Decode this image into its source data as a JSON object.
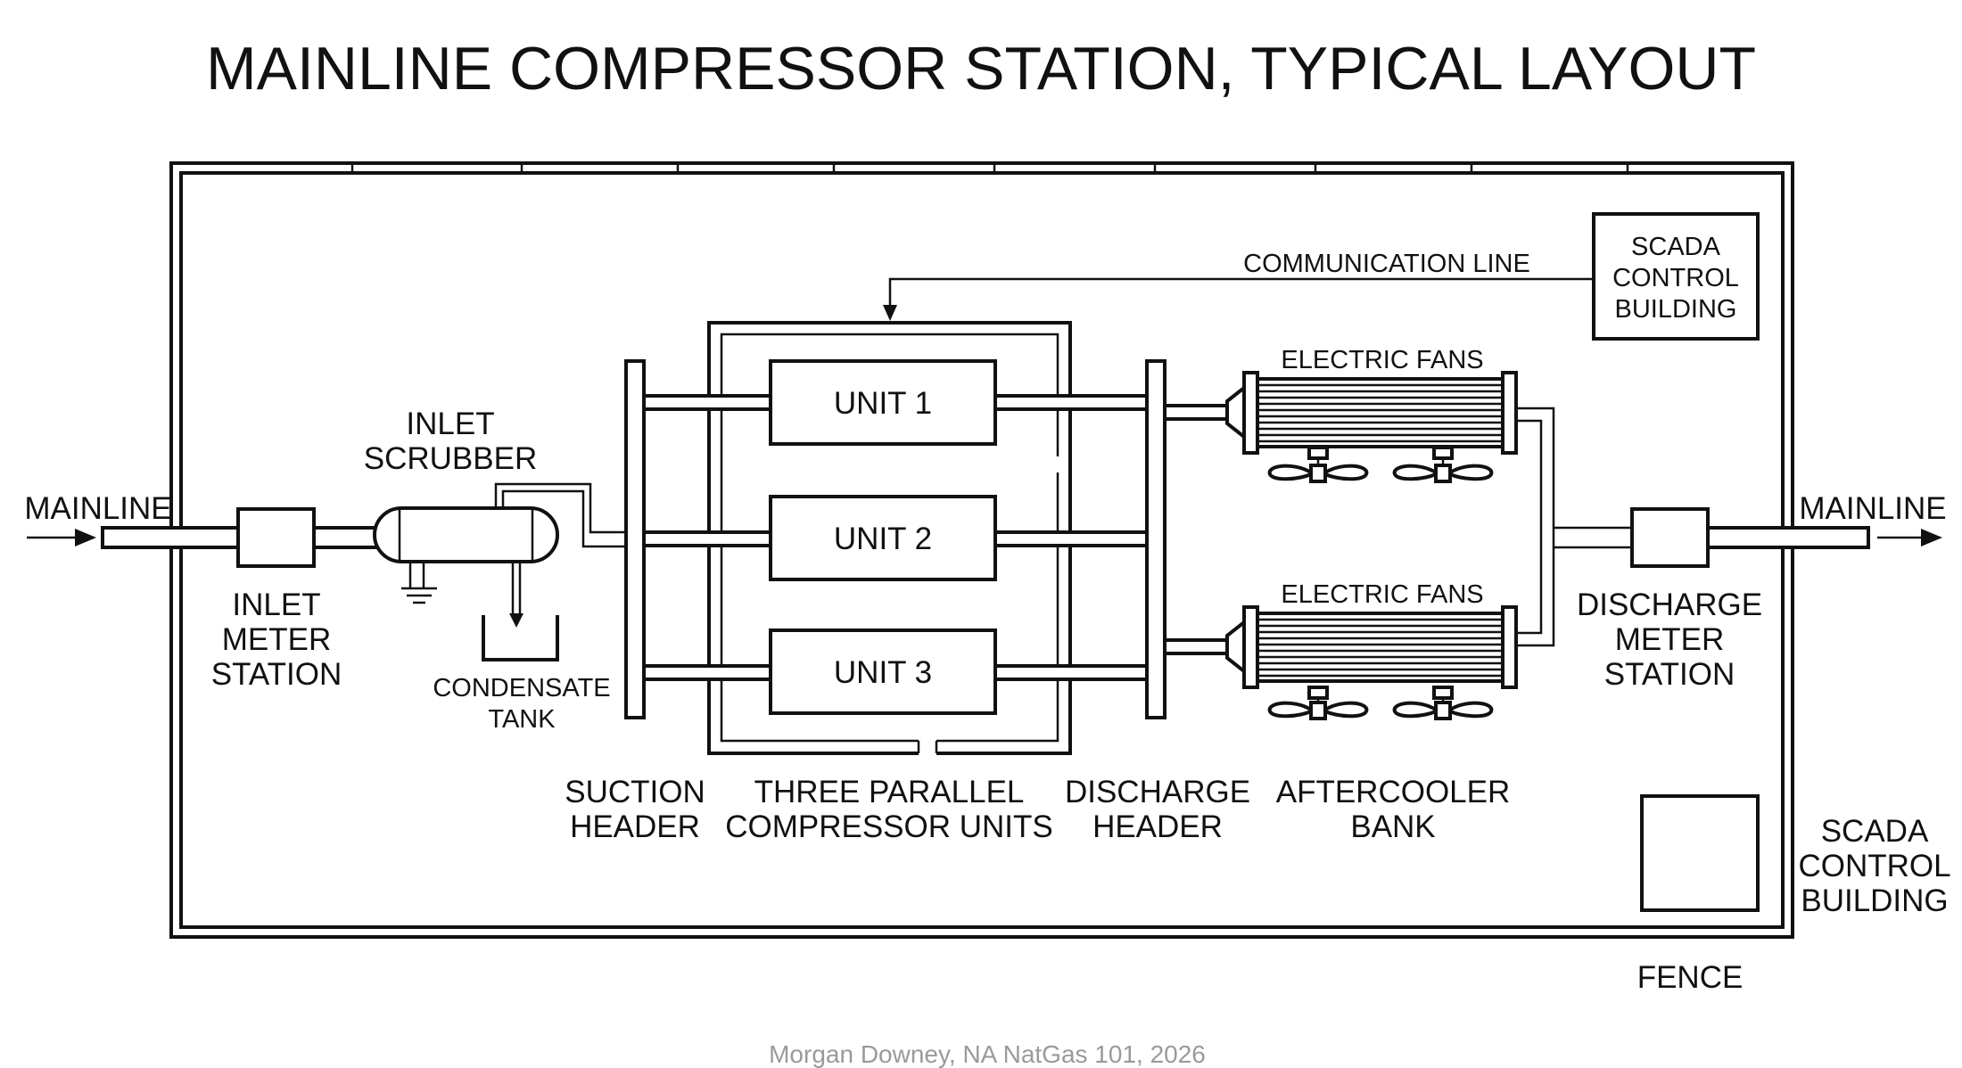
{
  "title": "MAINLINE COMPRESSOR STATION, TYPICAL LAYOUT",
  "labels": {
    "mainline_in": "MAINLINE",
    "mainline_out": "MAINLINE",
    "inlet_scrubber": [
      "INLET",
      "SCRUBBER"
    ],
    "inlet_meter": [
      "INLET",
      "METER",
      "STATION"
    ],
    "condensate_tank": [
      "CONDENSATE",
      "TANK"
    ],
    "suction_header": [
      "SUCTION",
      "HEADER"
    ],
    "compressor_units": [
      "THREE PARALLEL",
      "COMPRESSOR UNITS"
    ],
    "discharge_header": [
      "DISCHARGE",
      "HEADER"
    ],
    "aftercooler_bank": [
      "AFTERCOOLER",
      "BANK"
    ],
    "discharge_meter": [
      "DISCHARGE",
      "METER",
      "STATION"
    ],
    "electric_fans_top": "ELECTRIC FANS",
    "electric_fans_bottom": "ELECTRIC FANS",
    "communication_line": "COMMUNICATION LINE",
    "scada_building_top": [
      "SCADA",
      "CONTROL",
      "BUILDING"
    ],
    "scada_building_bottom": [
      "SCADA",
      "CONTROL",
      "BUILDING"
    ],
    "fence": "FENCE"
  },
  "units": [
    "UNIT 1",
    "UNIT 2",
    "UNIT 3"
  ],
  "credit": "Morgan Downey, NA NatGas 101, 2026"
}
